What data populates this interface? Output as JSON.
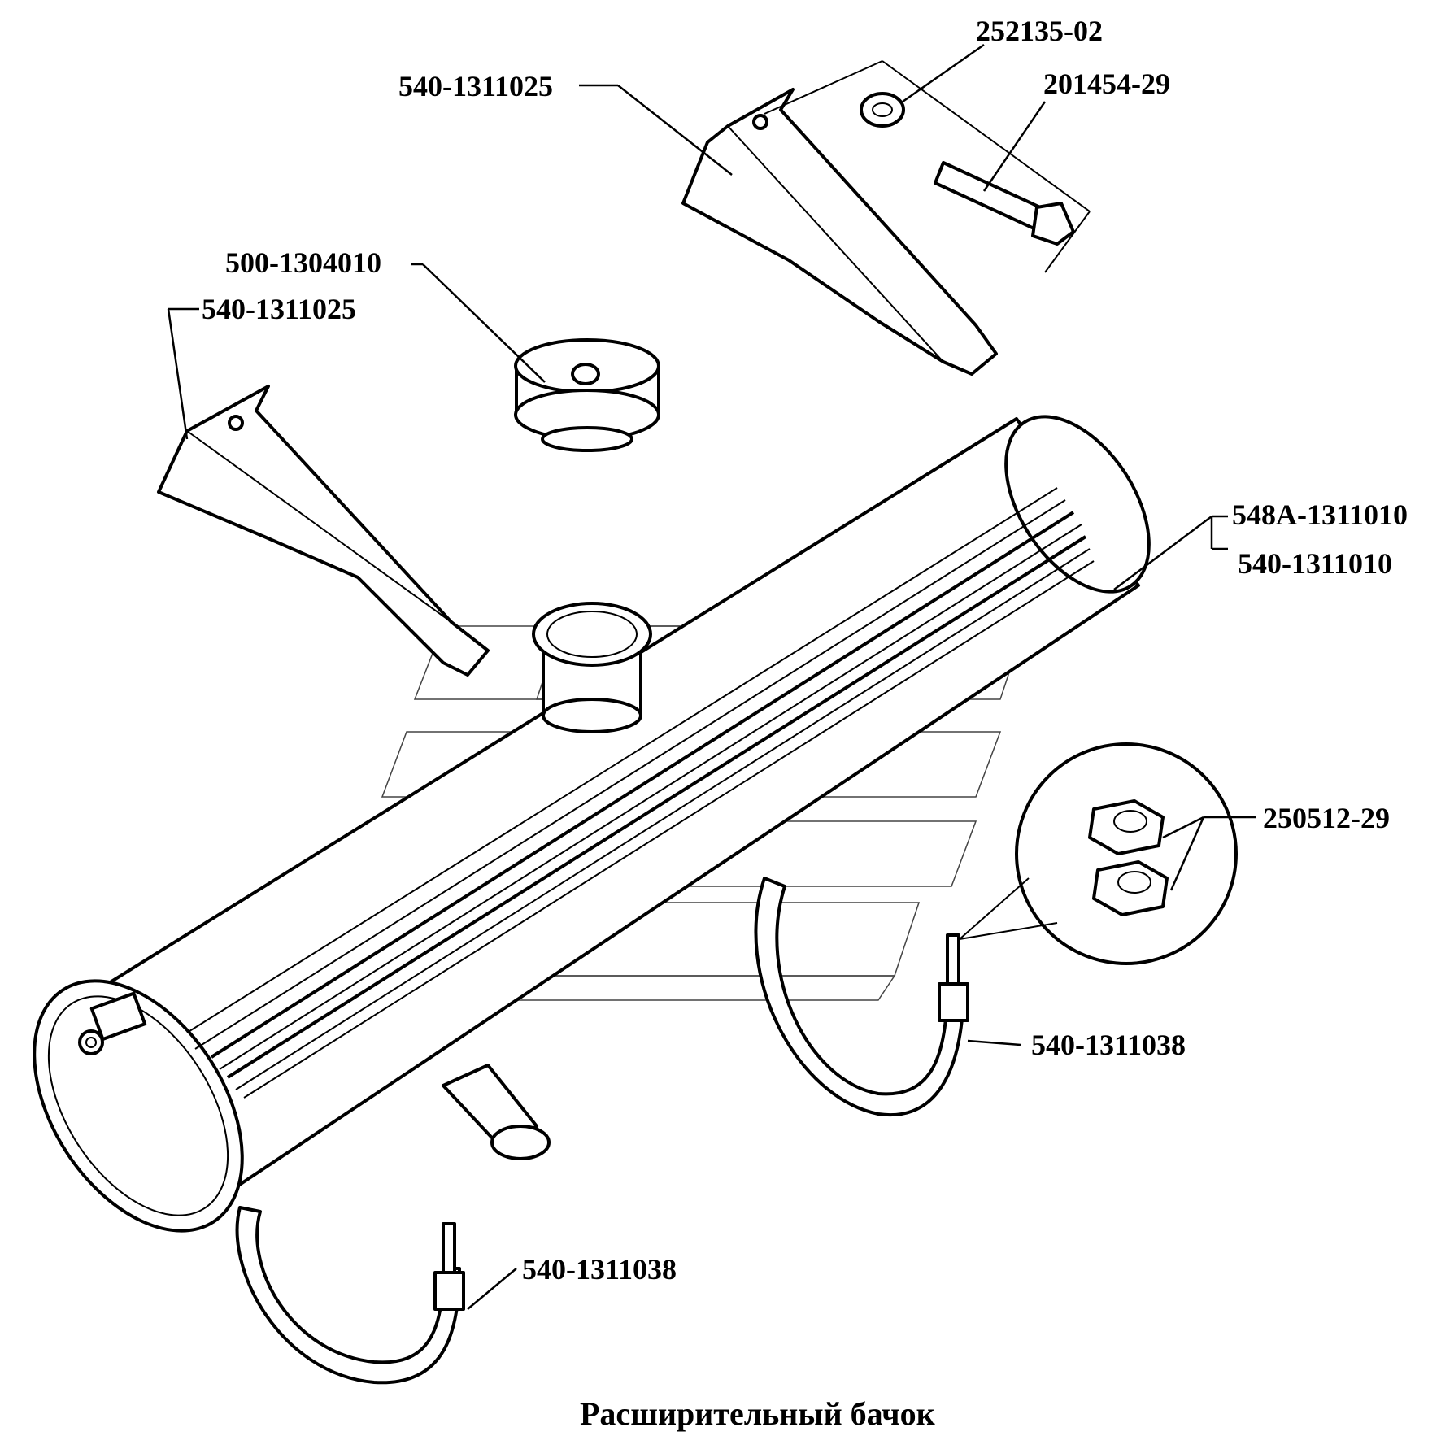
{
  "title": "Расширительный бачок",
  "labels": {
    "bracket_upper": "540-1311025",
    "lock_washer": "252135-02",
    "bolt": "201454-29",
    "cap": "500-1304010",
    "bracket_left": "540-1311025",
    "tank_a": "548А-1311010",
    "tank_b": "540-1311010",
    "nuts": "250512-29",
    "strap_right": "540-1311038",
    "strap_left": "540-1311038"
  }
}
